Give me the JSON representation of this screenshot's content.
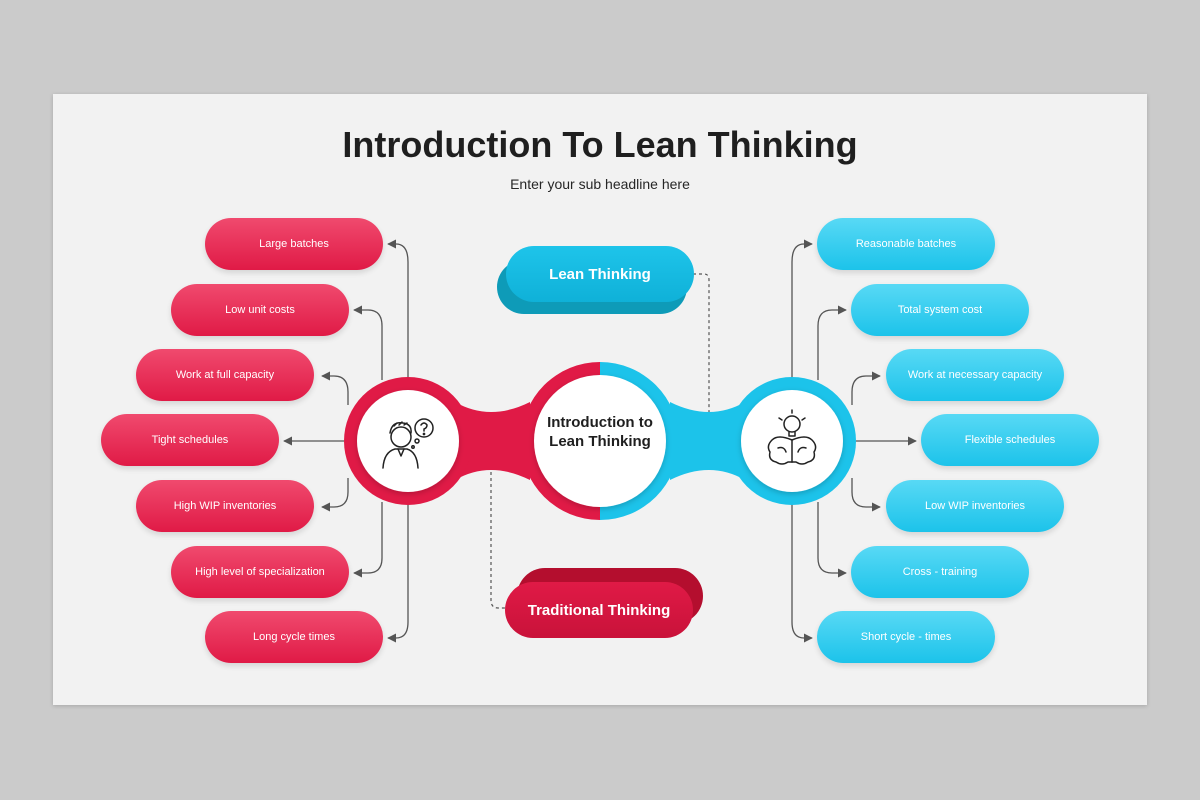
{
  "title": "Introduction To Lean Thinking",
  "subtitle": "Enter your sub headline here",
  "center_label": "Introduction to Lean Thinking",
  "lean_label": "Lean Thinking",
  "traditional_label": "Traditional Thinking",
  "traditional_items": [
    "Large batches",
    "Low unit costs",
    "Work at full capacity",
    "Tight schedules",
    "High WIP inventories",
    "High level of specialization",
    "Long cycle times"
  ],
  "lean_items": [
    "Reasonable batches",
    "Total system cost",
    "Work at necessary capacity",
    "Flexible schedules",
    "Low WIP inventories",
    "Cross - training",
    "Short cycle - times"
  ],
  "icons": {
    "left": "confused-person-icon",
    "right": "brain-lightbulb-icon"
  },
  "colors": {
    "red": "#e01a46",
    "blue": "#1cc3ea",
    "background": "#f2f2f2"
  }
}
